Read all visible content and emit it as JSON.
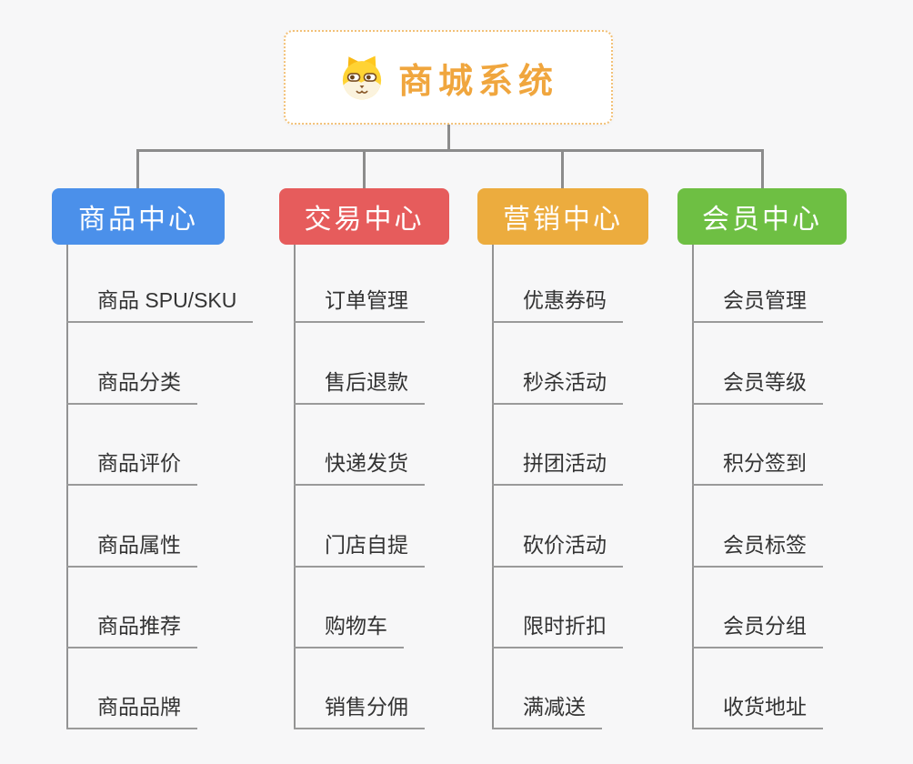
{
  "root": {
    "label": "商城系统",
    "icon": "shiba-dog-icon",
    "text_color": "#f0a63e",
    "border_color": "#f2c178"
  },
  "connector_color": "#8c8c8c",
  "underline_color": "#9a9a9a",
  "branches": [
    {
      "label": "商品中心",
      "color": "#4b90ea",
      "children": [
        "商品 SPU/SKU",
        "商品分类",
        "商品评价",
        "商品属性",
        "商品推荐",
        "商品品牌"
      ]
    },
    {
      "label": "交易中心",
      "color": "#e65c5c",
      "children": [
        "订单管理",
        "售后退款",
        "快递发货",
        "门店自提",
        "购物车",
        "销售分佣"
      ]
    },
    {
      "label": "营销中心",
      "color": "#ecac3e",
      "children": [
        "优惠券码",
        "秒杀活动",
        "拼团活动",
        "砍价活动",
        "限时折扣",
        "满减送"
      ]
    },
    {
      "label": "会员中心",
      "color": "#6ebf43",
      "children": [
        "会员管理",
        "会员等级",
        "积分签到",
        "会员标签",
        "会员分组",
        "收货地址"
      ]
    }
  ]
}
